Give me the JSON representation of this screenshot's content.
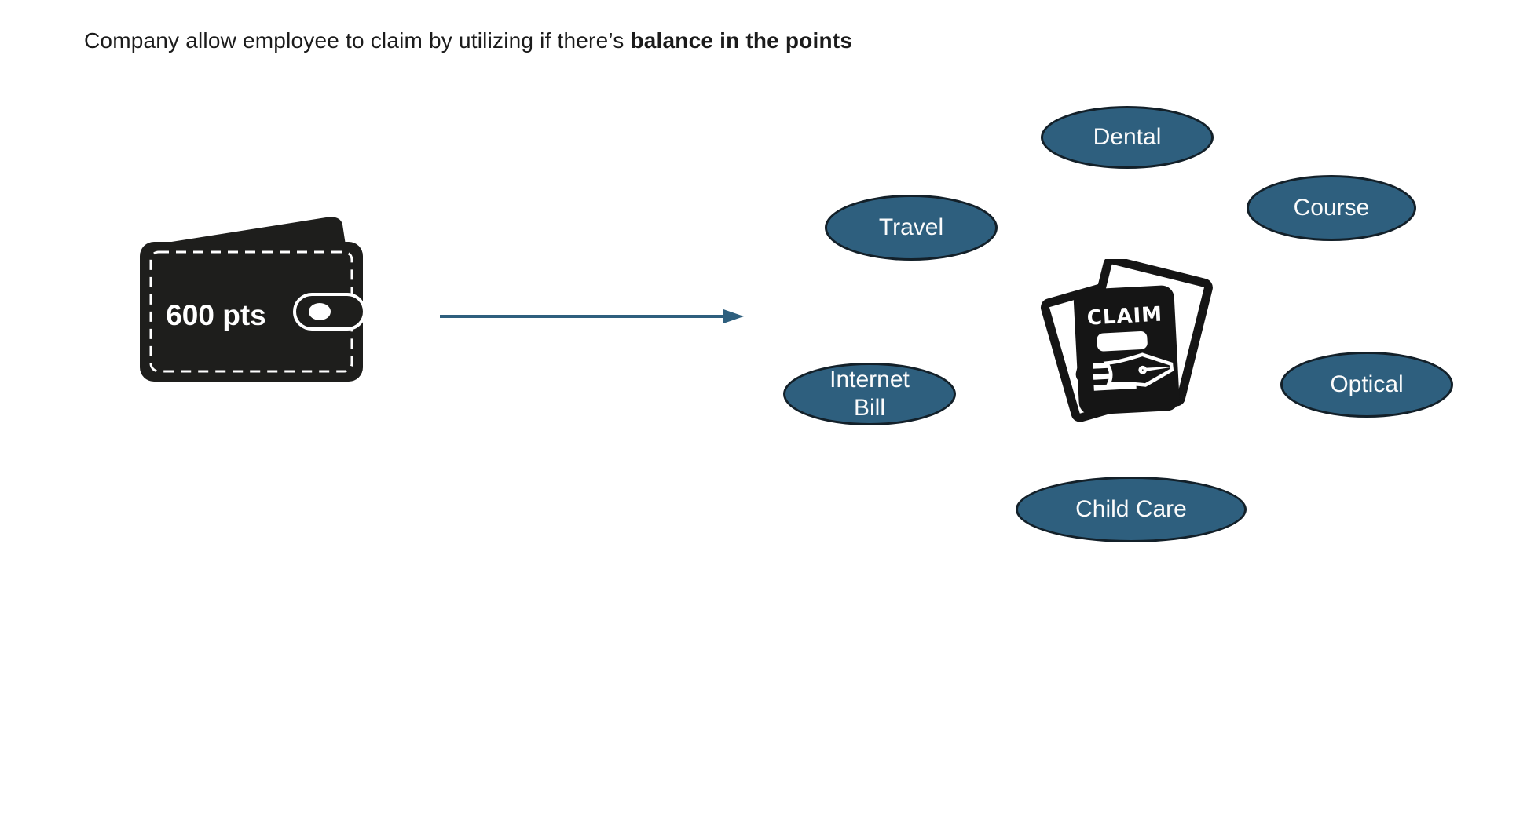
{
  "slide": {
    "background_color": "#ffffff",
    "title": {
      "regular": "Company allow employee to claim by utilizing if there’s ",
      "bold": "balance in the points"
    }
  },
  "wallet": {
    "points_label": "600 pts",
    "color": "#1E1E1C",
    "label_color": "#ffffff"
  },
  "arrow": {
    "color": "#2E5F7E",
    "direction": "right"
  },
  "claim_icon": {
    "label": "CLAIM",
    "color": "#151515",
    "pen_glyph": "✒"
  },
  "categories": {
    "fill_color": "#2E5F7E",
    "border_color": "#132029",
    "text_color": "#FBFBFB",
    "items": [
      {
        "label": "Dental"
      },
      {
        "label": "Course"
      },
      {
        "label": "Travel"
      },
      {
        "label": "Internet Bill"
      },
      {
        "label": "Optical"
      },
      {
        "label": "Child Care"
      }
    ]
  }
}
